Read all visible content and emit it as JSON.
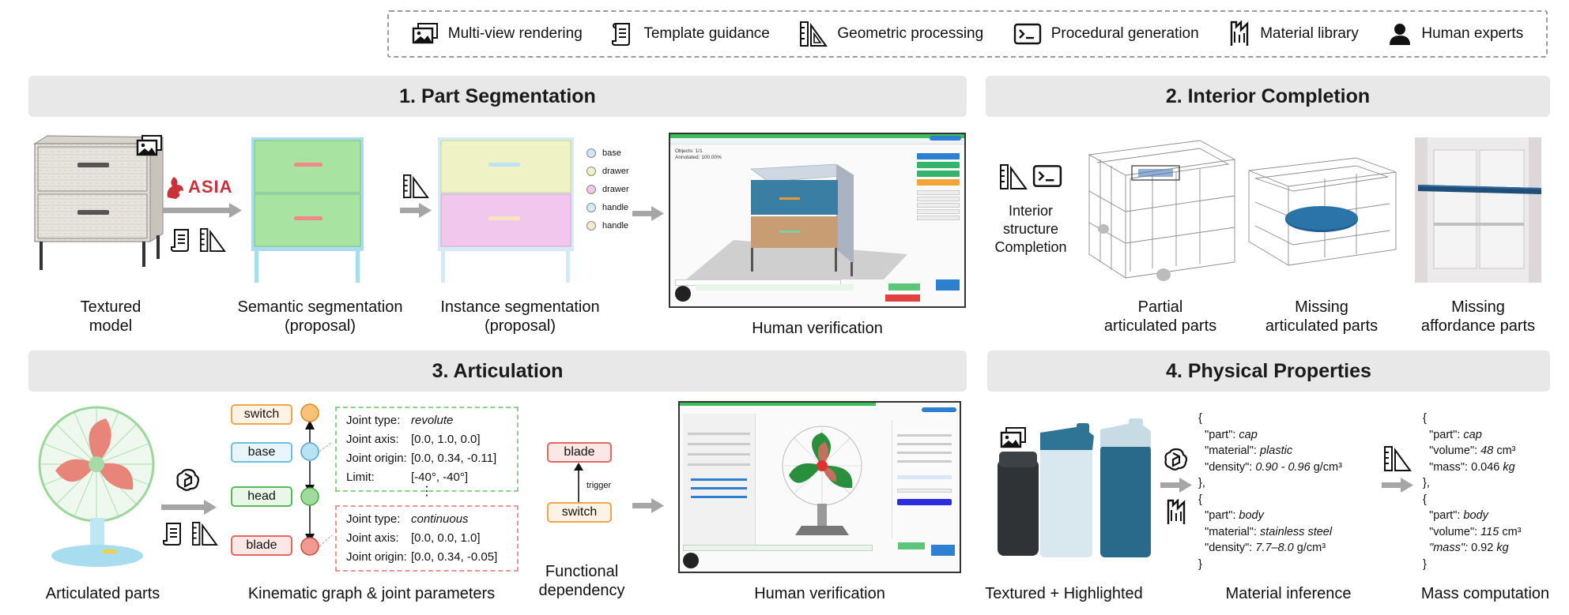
{
  "legend": {
    "items": [
      {
        "icon": "multi-view-icon",
        "label": "Multi-view rendering"
      },
      {
        "icon": "template-icon",
        "label": "Template guidance"
      },
      {
        "icon": "geometry-icon",
        "label": "Geometric processing"
      },
      {
        "icon": "terminal-icon",
        "label": "Procedural generation"
      },
      {
        "icon": "material-icon",
        "label": "Material library"
      },
      {
        "icon": "person-icon",
        "label": "Human experts"
      }
    ]
  },
  "sections": {
    "s1": "1. Part Segmentation",
    "s2": "2. Interior Completion",
    "s3": "3. Articulation",
    "s4": "4. Physical Properties"
  },
  "seg": {
    "textured_model": "Textured\nmodel",
    "semantic": "Semantic segmentation\n(proposal)",
    "instance": "Instance segmentation\n(proposal)",
    "human_verification": "Human verification",
    "asia_logo": "ASIA",
    "part_legend": [
      {
        "label": "base",
        "color": "#cfe6f5"
      },
      {
        "label": "drawer",
        "color": "#eef2c4"
      },
      {
        "label": "drawer",
        "color": "#f2c7ee"
      },
      {
        "label": "handle",
        "color": "#d3ecf6"
      },
      {
        "label": "handle",
        "color": "#f5ead0"
      }
    ],
    "ui_objects": "Objects: 1/1",
    "ui_annotated": "Annotated: 100.00%"
  },
  "interior": {
    "tool_label": "Interior\nstructure\nCompletion",
    "partial": "Partial\narticulated parts",
    "missing": "Missing\narticulated parts",
    "affordance": "Missing\naffordance parts"
  },
  "artic": {
    "parts": "Articulated parts",
    "graph": "Kinematic graph & joint parameters",
    "functional": "Functional\ndependency",
    "human_verification": "Human verification",
    "nodes": [
      {
        "label": "switch",
        "color": "#f0a54a"
      },
      {
        "label": "base",
        "color": "#6cc1e0"
      },
      {
        "label": "head",
        "color": "#58b957"
      },
      {
        "label": "blade",
        "color": "#e06860"
      }
    ],
    "joint1": {
      "type_k": "Joint type:",
      "type_v": "revolute",
      "axis_k": "Joint axis:",
      "axis_v": "[0.0, 1.0, 0.0]",
      "origin_k": "Joint origin:",
      "origin_v": "[0.0, 0.34, -0.11]",
      "limit_k": "Limit:",
      "limit_v": "[-40°, -40°]"
    },
    "ellipsis": "⋮",
    "joint2": {
      "type_k": "Joint type:",
      "type_v": "continuous",
      "axis_k": "Joint axis:",
      "axis_v": "[0.0, 0.0, 1.0]",
      "origin_k": "Joint origin:",
      "origin_v": "[0.0, 0.34, -0.05]"
    },
    "dep_top": "blade",
    "dep_bottom": "switch",
    "dep_edge": "trigger"
  },
  "physical": {
    "textured": "Textured + Highlighted",
    "material_inference": "Material inference",
    "mass_computation": "Mass computation",
    "material_code": [
      {
        "k": "\"part\":",
        "v": "cap",
        "unit": ""
      },
      {
        "k": "\"material\":",
        "v": "plastic",
        "unit": ""
      },
      {
        "k": "\"density\":",
        "v": "0.90 - 0.96",
        "unit": "g/cm³"
      },
      {
        "k": "\"part\":",
        "v": "body",
        "unit": ""
      },
      {
        "k": "\"material\":",
        "v": "stainless steel",
        "unit": ""
      },
      {
        "k": "\"density\":",
        "v": "7.7–8.0",
        "unit": "g/cm³"
      }
    ],
    "mass_code": [
      {
        "k": "\"part\":",
        "v": "cap",
        "unit": ""
      },
      {
        "k": "\"volume\":",
        "v": "48",
        "unit": "cm³"
      },
      {
        "k": "\"mass\":",
        "v": "0.046",
        "unit": "kg"
      },
      {
        "k": "\"part\":",
        "v": "body",
        "unit": ""
      },
      {
        "k": "\"volume\":",
        "v": "115",
        "unit": "cm³"
      },
      {
        "k": "\"mass\":",
        "v": "0.92",
        "unit": "kg"
      }
    ]
  }
}
